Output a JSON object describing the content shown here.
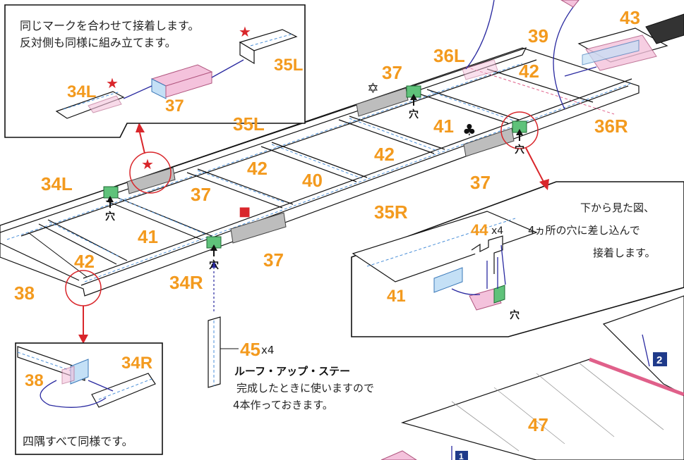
{
  "callout_top_left": {
    "line1": "同じマークを合わせて接着します。",
    "line2": "反対側も同様に組み立てます。",
    "labels": {
      "l35": "35L",
      "l34": "34L",
      "l37": "37"
    }
  },
  "callout_bottom_left": {
    "text": "四隅すべて同様です。",
    "labels": {
      "l38": "38",
      "l34r": "34R"
    }
  },
  "callout_right": {
    "line1": "下から見た図、",
    "line2": "4ヵ所の穴に差し込んで",
    "line3": "接着します。",
    "label_44": "44",
    "qty_44": "x4",
    "label_41": "41",
    "hole": "穴"
  },
  "main_labels": {
    "l34l": "34L",
    "l42a": "42",
    "l38": "38",
    "l41a": "41",
    "l34r": "34R",
    "l37a": "37",
    "l35l": "35L",
    "l42b": "42",
    "l40": "40",
    "l37b": "37",
    "l35r": "35R",
    "l37c": "37",
    "l42c": "42",
    "l41b": "41",
    "l37d": "37",
    "l36l": "36L",
    "l39": "39",
    "l42d": "42",
    "l36r": "36R",
    "l43": "43",
    "l47": "47"
  },
  "holes": {
    "h1": "穴",
    "h2": "穴",
    "h3": "穴",
    "h4": "穴"
  },
  "stay": {
    "label": "45",
    "qty": "x4",
    "title": "ルーフ・アップ・ステー",
    "line1": "完成したときに使いますので",
    "line2": "4本作っておきます。"
  },
  "badges": {
    "b2": "2",
    "b1": "1"
  },
  "symbols": {
    "star": "★",
    "star6": "✡",
    "club": "♣",
    "square": "■"
  },
  "colors": {
    "label": "#f39a1e",
    "mark_red": "#d9262b",
    "arrow": "#2a2aa0"
  }
}
